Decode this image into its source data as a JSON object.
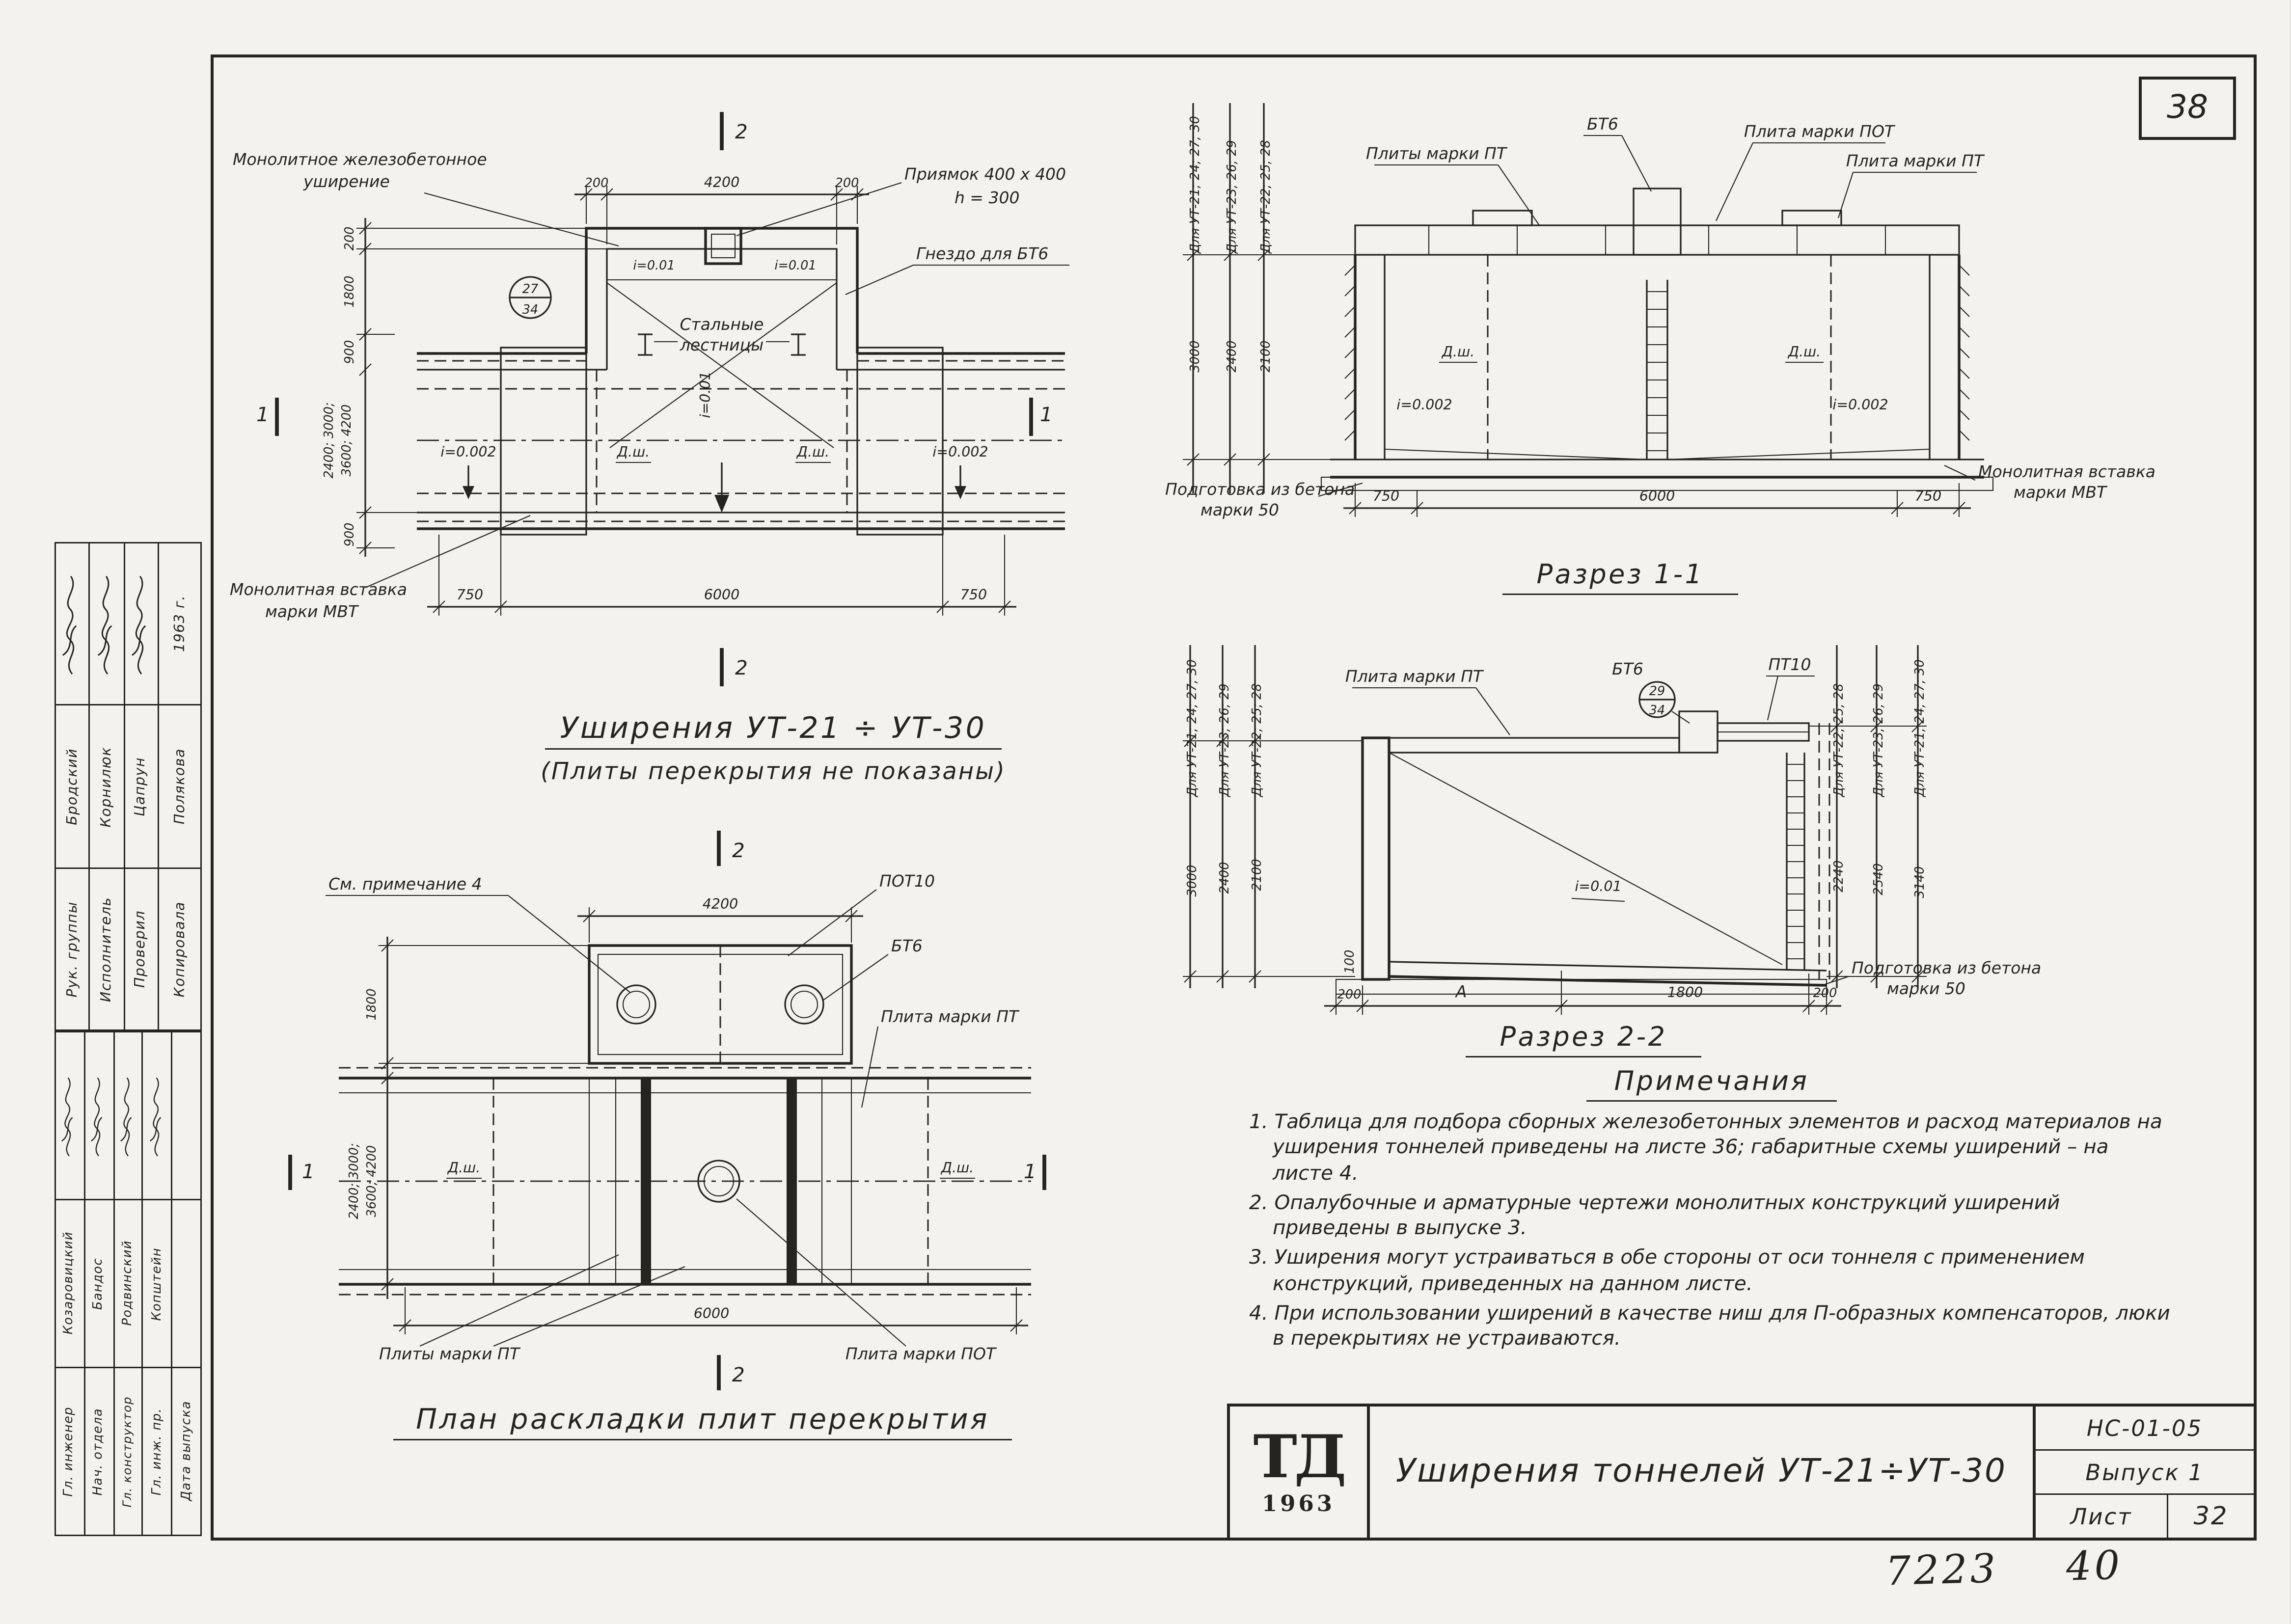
{
  "page": {
    "number": "38",
    "handwritten_left": "7223",
    "handwritten_right": "40"
  },
  "stamp": {
    "logo": "ТД",
    "logo_year": "1963",
    "title": "Уширения тоннелей УТ-21÷УТ-30",
    "code": "НС-01-05",
    "issue": "Выпуск 1",
    "sheet_label": "Лист",
    "sheet_number": "32"
  },
  "staff_upper": {
    "cols": [
      {
        "role": "Рук. группы",
        "name": "Бродский",
        "sig": ""
      },
      {
        "role": "Исполнитель",
        "name": "Корнилюк",
        "sig": ""
      },
      {
        "role": "Проверил",
        "name": "Цапрун",
        "sig": ""
      },
      {
        "role": "Копировала",
        "name": "Полякова",
        "sig": "1963 г."
      }
    ]
  },
  "staff_lower": {
    "cols": [
      {
        "role": "Гл. инженер",
        "name": "Козаровицкий"
      },
      {
        "role": "Нач. отдела",
        "name": "Бандос"
      },
      {
        "role": "Гл. конструктор",
        "name": "Родвинский"
      },
      {
        "role": "Гл. инж. пр.",
        "name": "Копштейн"
      },
      {
        "role": "Дата выпуска",
        "name": ""
      }
    ]
  },
  "plan": {
    "title": "Уширения УТ-21 ÷ УТ-30",
    "subtitle": "(Плиты перекрытия не показаны)",
    "label_monolithic_1": "Монолитное железобетонное",
    "label_monolithic_2": "уширение",
    "label_pit_1": "Приямок 400 х 400",
    "label_pit_2": "h = 300",
    "label_socket": "Гнездо для БТ6",
    "label_stairs_1": "Стальные",
    "label_stairs_2": "лестницы",
    "label_insert_1": "Монолитная вставка",
    "label_insert_2": "марки МВТ",
    "mark_top": "27",
    "mark_bottom": "34",
    "dsh": "Д.ш.",
    "slope_small_left": "i=0.01",
    "slope_small_right": "i=0.01",
    "slope_center": "i=0.01",
    "slope_left": "i=0.002",
    "slope_right": "i=0.002",
    "dim_200a": "200",
    "dim_4200": "4200",
    "dim_200b": "200",
    "dim_200c": "200",
    "dim_1800": "1800",
    "dim_900a": "900",
    "dim_900b": "900",
    "dim_var_1": "2400; 3000;",
    "dim_var_2": "3600; 4200",
    "dim_750a": "750",
    "dim_6000": "6000",
    "dim_750b": "750",
    "sec1": "1",
    "sec2": "2"
  },
  "slab_plan": {
    "title": "План раскладки плит перекрытия",
    "label_note": "См. примечание 4",
    "label_pot10": "ПОТ10",
    "label_bt6": "БТ6",
    "label_pt": "Плита марки ПТ",
    "label_pt_plural": "Плиты марки ПТ",
    "label_pot": "Плита марки ПОТ",
    "dsh": "Д.ш.",
    "dim_4200": "4200",
    "dim_1800": "1800",
    "dim_var_1": "2400; 3000;",
    "dim_var_2": "3600; 4200",
    "dim_6000": "6000",
    "sec1": "1",
    "sec2": "2"
  },
  "section11": {
    "title": "Разрез 1-1",
    "range_a": "Для УТ-21; 24; 27; 30",
    "range_b": "Для УТ-23; 26; 29",
    "range_c": "Для УТ-22; 25; 28",
    "dim_3000": "3000",
    "dim_2400": "2400",
    "dim_2100": "2100",
    "label_pt_plural": "Плиты марки ПТ",
    "label_bt6": "БТ6",
    "label_pot": "Плита марки ПОТ",
    "label_pt": "Плита марки ПТ",
    "dsh": "Д.ш.",
    "slope": "i=0.002",
    "label_base_1": "Подготовка из бетона",
    "label_base_2": "марки 50",
    "label_insert_1": "Монолитная вставка",
    "label_insert_2": "марки МВТ",
    "dim_750a": "750",
    "dim_6000": "6000",
    "dim_750b": "750"
  },
  "section22": {
    "title": "Разрез 2-2",
    "left_range_a": "Для УТ-21; 24; 27; 30",
    "left_range_b": "Для УТ-23; 26; 29",
    "left_range_c": "Для УТ-22; 25; 28",
    "right_range_a": "Для УТ-22; 25; 28",
    "right_range_b": "Для УТ-23; 26; 29",
    "right_range_c": "Для УТ-21; 24; 27; 30",
    "dim_3000": "3000",
    "dim_2400": "2400",
    "dim_2100": "2100",
    "dim_2240": "2240",
    "dim_2540": "2540",
    "dim_3140": "3140",
    "label_pt": "Плита марки ПТ",
    "label_bt6": "БТ6",
    "label_pt10": "ПТ10",
    "mark_top": "29",
    "mark_bottom": "34",
    "slope": "i=0.01",
    "label_base_1": "Подготовка из бетона",
    "label_base_2": "марки 50",
    "dim_200a": "200",
    "dim_A": "А",
    "dim_1800": "1800",
    "dim_200b": "200",
    "dim_100": "100"
  },
  "notes": {
    "title": "Примечания",
    "items": [
      "1. Таблица для подбора сборных железобетонных элементов и расход материалов на уширения тоннелей приведены на листе 36; габаритные схемы уширений – на листе 4.",
      "2. Опалубочные и арматурные чертежи монолитных конструкций уширений приведены в выпуске 3.",
      "3. Уширения могут устраиваться в обе стороны от оси тоннеля с применением конструкций, приведенных на данном листе.",
      "4. При использовании уширений в качестве ниш для П-образных компенсаторов, люки в перекрытиях не устраиваются."
    ]
  }
}
